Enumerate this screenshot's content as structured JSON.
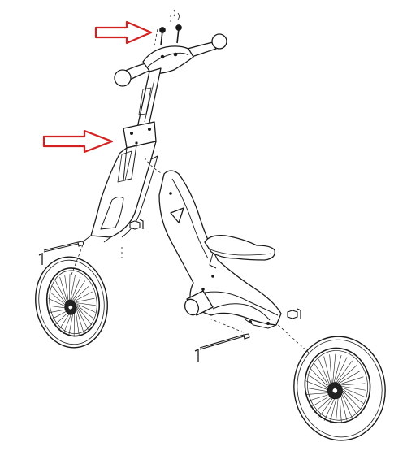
{
  "diagram": {
    "subject": "balance-bike-exploded-assembly",
    "arrows": [
      {
        "id": "top-arrow",
        "points_to": "handlebar-bolts"
      },
      {
        "id": "mid-arrow",
        "points_to": "fork-head-bolts"
      }
    ],
    "colors": {
      "line": "#1a1a1a",
      "arrow": "#d32020",
      "fill": "#ffffff",
      "hub": "#222222"
    }
  }
}
